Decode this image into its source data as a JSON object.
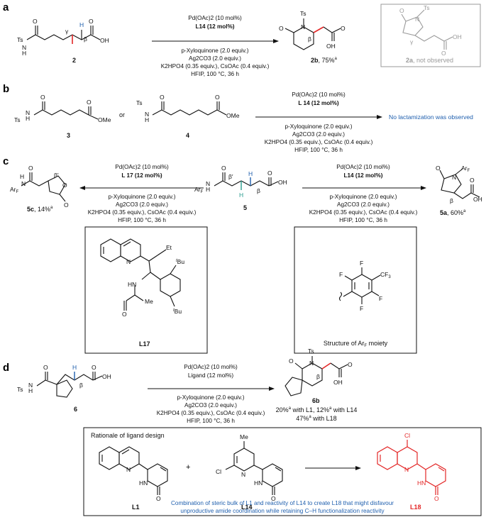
{
  "sections": {
    "a": "a",
    "b": "b",
    "c": "c",
    "d": "d"
  },
  "colors": {
    "blue": "#1f5fae",
    "teal": "#2a9d8f",
    "red": "#e32727",
    "gray": "#9a9a9a",
    "ink": "#111111"
  },
  "common": {
    "oxidant": "p-Xyloquinone (2.0 equiv.)",
    "silver": "Ag2CO3 (2.0 equiv.)",
    "base": "K2HPO4 (0.35 equiv.), CsOAc (0.4 equiv.)",
    "solvent": "HFIP, 100 °C, 36 h",
    "pd": "Pd(OAc)2 (10 mol%)"
  },
  "a": {
    "ligand": "L14 (12 mol%)",
    "sm_label": "2",
    "product_label": "2b",
    "product_yield": ", 75%",
    "yield_note": "a",
    "not_observed_label": "2a",
    "not_observed_text": ", not observed"
  },
  "b": {
    "ligand": "L 14 (12 mol%)",
    "sm1_label": "3",
    "sm2_label": "4",
    "or": "or",
    "result": "No lactamization was observed"
  },
  "c": {
    "left_ligand": "L 17 (12 mol%)",
    "right_ligand": "L14 (12 mol%)",
    "sm_label": "5",
    "left_product": "5c",
    "left_yield": ", 14%",
    "right_product": "5a",
    "right_yield": ", 60%",
    "yield_note": "a",
    "ligand_box_label": "L17",
    "arf_caption": "Structure of Ar",
    "arf_sub": "F",
    "arf_caption_tail": " moiety"
  },
  "d": {
    "ligand": "Ligand (12 mol%)",
    "sm_label": "6",
    "product_label": "6b",
    "yield_line1_a": "20%",
    "yield_line1_b": " with L1, 12%",
    "yield_line1_c": " with L14",
    "yield_line2_a": "47%",
    "yield_line2_b": " with L18",
    "rationale_title": "Rationale of ligand design",
    "plus": "+",
    "l1": "L1",
    "l14": "L14",
    "l18": "L18",
    "conclusion_1": "Combination of steric bulk of L1 and reactivity of L14 to create L18 that might disfavour",
    "conclusion_2": "unproductive amide coordination while retaining C–H functionalization reactivity"
  }
}
